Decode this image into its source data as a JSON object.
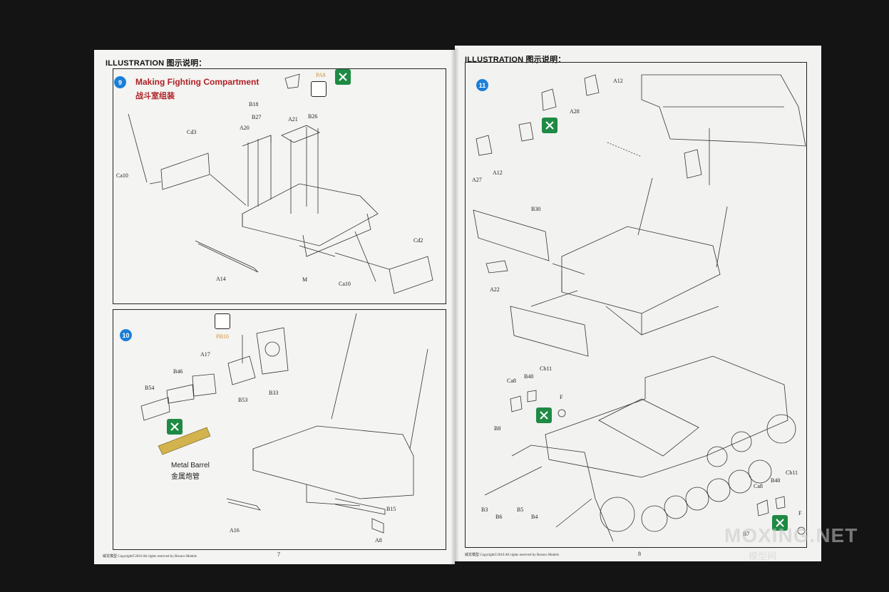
{
  "left_page": {
    "header": "ILLUSTRATION 图示说明：",
    "step9": {
      "number": "9",
      "title_en": "Making Fighting Compartment",
      "title_cn": "战斗室组装",
      "labels": {
        "pa8": "PA8",
        "b18": "B18",
        "b27": "B27",
        "a20": "A20",
        "a21": "A21",
        "b26": "B26",
        "cd3": "Cd3",
        "ca10_a": "Ca10",
        "cd2": "Cd2",
        "a14": "A14",
        "m": "M",
        "ca10_b": "Ca10"
      }
    },
    "step10": {
      "number": "10",
      "labels": {
        "pb10": "PB10",
        "a17": "A17",
        "b46": "B46",
        "b54": "B54",
        "b53": "B53",
        "b33": "B33",
        "b15": "B15",
        "a16": "A16",
        "a8": "A8"
      },
      "note_en": "Metal Barrel",
      "note_cn": "金属炮管"
    },
    "footer": "威龙模型  Copyright©2016  All rights reserved by Bronco Models",
    "page_number": "7"
  },
  "right_page": {
    "header": "ILLUSTRATION 图示说明：",
    "step11": {
      "number": "11",
      "labels": {
        "a12_top": "A12",
        "a28": "A28",
        "a27": "A27",
        "a12_left": "A12",
        "b30": "B30",
        "a22": "A22",
        "ca8_l": "Ca8",
        "b40_l": "B40",
        "cb11_l": "Cb11",
        "f_l": "F",
        "b8": "B8",
        "b3": "B3",
        "b6": "B6",
        "b5": "B5",
        "b4": "B4",
        "ca8_r": "Ca8",
        "b40_r": "B40",
        "cb11_r": "Cb11",
        "f_r": "F",
        "b7": "B7"
      }
    },
    "footer": "威龙模型  Copyright©2016  All rights reserved by Bronco Models",
    "page_number": "8"
  },
  "watermark": {
    "main": "MOXING.NET",
    "sub": "模型网"
  }
}
